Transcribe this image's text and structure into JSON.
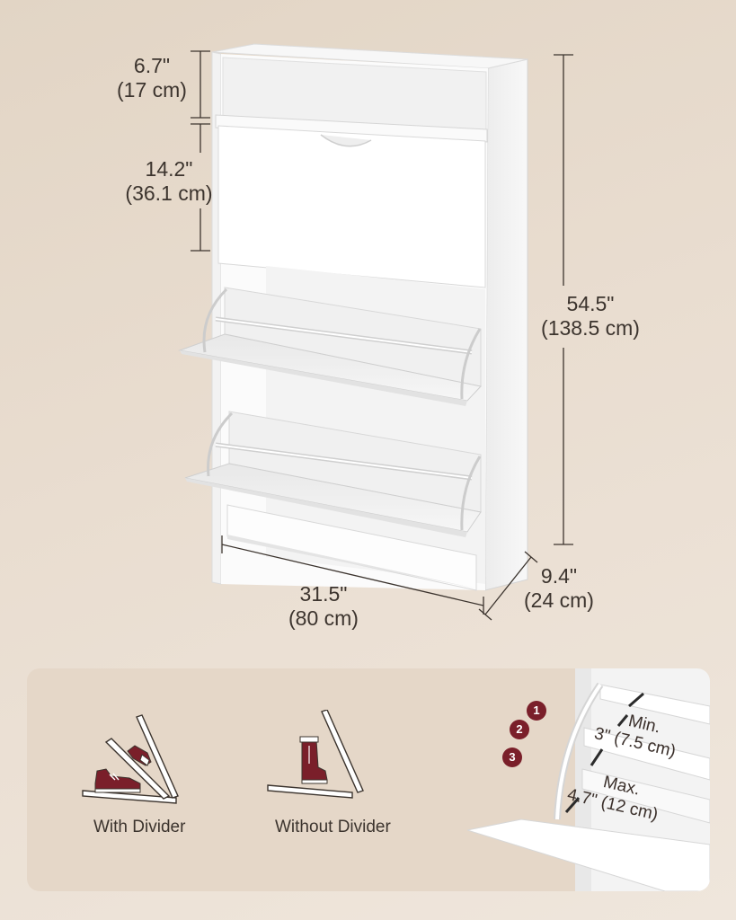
{
  "dimensions": {
    "top_shelf_in": "6.7\"",
    "top_shelf_cm": "(17 cm)",
    "flap_in": "14.2\"",
    "flap_cm": "(36.1 cm)",
    "height_in": "54.5\"",
    "height_cm": "(138.5 cm)",
    "width_in": "31.5\"",
    "width_cm": "(80 cm)",
    "depth_in": "9.4\"",
    "depth_cm": "(24 cm)"
  },
  "divider_options": {
    "with_label": "With Divider",
    "without_label": "Without Divider"
  },
  "detail": {
    "steps": [
      "1",
      "2",
      "3"
    ],
    "min_label": "Min.",
    "min_value": "3\" (7.5 cm)",
    "max_label": "Max.",
    "max_value": "4.7\" (12 cm)"
  },
  "colors": {
    "accent": "#7a1f2a",
    "background": "#e6d9ca",
    "panel": "#e5d7c8",
    "line": "#3c342e"
  }
}
